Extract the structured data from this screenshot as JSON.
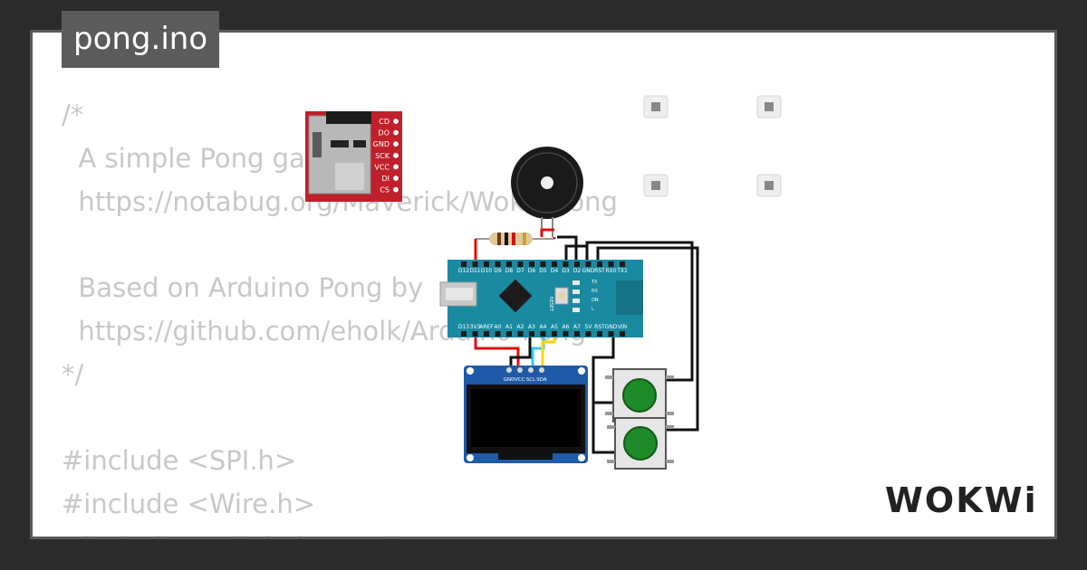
{
  "title": "pong.ino",
  "code_lines": [
    "/*",
    "  A simple Pong ga",
    "  https://notabug.org/Maverick/WokwiPong",
    "",
    "  Based on Arduino Pong by",
    "  https://github.com/eholk/Arduino-Pong",
    "*/",
    "",
    "#include <SPI.h>",
    "#include <Wire.h>",
    "#include <Adafruit_GFX.h>"
  ],
  "brand": "WOKWi",
  "sd_card": {
    "pins": [
      "CD",
      "DO",
      "GND",
      "SCK",
      "VCC",
      "DI",
      "CS"
    ]
  },
  "arduino_nano": {
    "top_pins": [
      "D12",
      "D11",
      "D10",
      "D9",
      "D8",
      "D7",
      "D6",
      "D5",
      "D4",
      "D3",
      "D2",
      "GND",
      "RST",
      "RX0",
      "TX1"
    ],
    "bottom_pins": [
      "D13",
      "3V3",
      "AREF",
      "A0",
      "A1",
      "A2",
      "A3",
      "A4",
      "A5",
      "A6",
      "A7",
      "5V",
      "RST",
      "GND",
      "VIN"
    ],
    "leds": [
      "TX",
      "RX",
      "ON",
      "L"
    ],
    "reset_label": "RESET"
  },
  "oled": {
    "pins": [
      "GND",
      "VCC",
      "SCL",
      "SDA"
    ]
  },
  "colors": {
    "board": "#1a8aa0",
    "sd_board": "#c0202a",
    "oled_board": "#1f5aa8",
    "button_cap": "#1e8a2a",
    "wire_red": "#e01010",
    "wire_black": "#111111",
    "wire_yellow": "#ffd400",
    "wire_cyan": "#2ec8f0"
  }
}
